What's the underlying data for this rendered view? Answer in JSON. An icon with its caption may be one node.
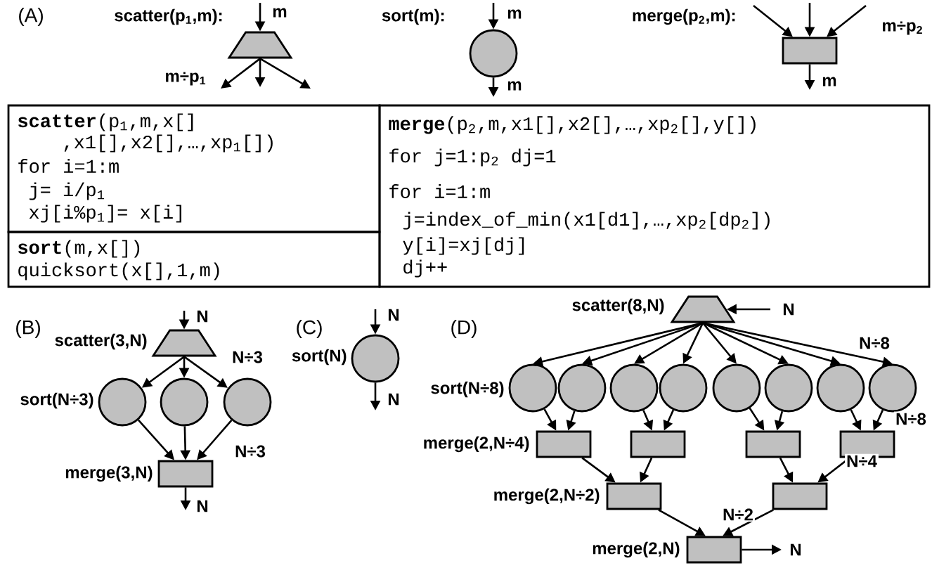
{
  "diagram": {
    "nodes": [
      {
        "text": [],
        "shape": "trapezoid",
        "beside": [
          "scatter(p$_{1}$,m):"
        ]
      },
      {
        "text": [],
        "shape": "circle",
        "beside": [
          "sort(m):"
        ]
      },
      {
        "text": [],
        "shape": "box",
        "beside": [
          "merge(p$_{2}$,m):"
        ]
      },
      {
        "text": [
          "**scatter**(p$_{1}$,m,x[]",
          ",x1[],x2[],…,xp$_{1}$[])",
          "for i=1:m",
          "j= i/p$_{1}$",
          "xj[i%p$_{1}$]= x[i]"
        ]
      },
      {
        "text": [
          "**sort**(m,x[])",
          "quicksort(x[],1,m)"
        ]
      },
      {
        "text": [
          "**merge**(p$_{2}$,m,x1[],x2[],…,xp$_{2}$[],y[])",
          "for j=1:p$_{2}$ dj=1",
          "for i=1:m",
          "j=index_of_min(x1[d1],…,xp$_{2}$[dp$_{2}$])",
          "y[i]=xj[dj]",
          "dj++"
        ]
      },
      {
        "text": [],
        "shape": "trapezoid",
        "beside": [
          "scatter(3,N)"
        ]
      },
      {
        "text": [],
        "shape": "circle",
        "beside": [
          "sort(N÷3)"
        ]
      },
      {
        "text": [],
        "shape": "circle"
      },
      {
        "text": [],
        "shape": "circle"
      },
      {
        "text": [],
        "shape": "box",
        "beside": [
          "merge(3,N)"
        ]
      },
      {
        "text": [],
        "shape": "circle",
        "beside": [
          "sort(N)"
        ]
      },
      {
        "text": [],
        "shape": "trapezoid",
        "beside": [
          "scatter(8,N)"
        ]
      },
      {
        "text": [],
        "shape": "circle",
        "beside": [
          "sort(N÷8)"
        ]
      },
      {
        "text": [],
        "shape": "circle"
      },
      {
        "text": [],
        "shape": "circle"
      },
      {
        "text": [],
        "shape": "circle"
      },
      {
        "text": [],
        "shape": "circle"
      },
      {
        "text": [],
        "shape": "circle"
      },
      {
        "text": [],
        "shape": "circle"
      },
      {
        "text": [],
        "shape": "circle"
      },
      {
        "text": [],
        "shape": "box",
        "beside": [
          "merge(2,N÷4)"
        ]
      },
      {
        "text": [],
        "shape": "box"
      },
      {
        "text": [],
        "shape": "box"
      },
      {
        "text": [],
        "shape": "box"
      },
      {
        "text": [],
        "shape": "box",
        "beside": [
          "merge(2,N÷2)"
        ]
      },
      {
        "text": [],
        "shape": "box"
      },
      {
        "text": [],
        "shape": "box",
        "beside": [
          "merge(2,N)"
        ]
      }
    ],
    "edges": [
      {
        "from": null,
        "to": 0,
        "arrow": "to",
        "label": "m"
      },
      {
        "from": 0,
        "to": null,
        "arrow": "to",
        "label": "m÷p$_{1}$"
      },
      {
        "from": 0,
        "to": null,
        "arrow": "to"
      },
      {
        "from": 0,
        "to": null,
        "arrow": "to"
      },
      {
        "from": null,
        "to": 1,
        "arrow": "to",
        "label": "m"
      },
      {
        "from": 1,
        "to": null,
        "arrow": "to",
        "label": "m"
      },
      {
        "from": null,
        "to": 2,
        "arrow": "to"
      },
      {
        "from": null,
        "to": 2,
        "arrow": "to"
      },
      {
        "from": null,
        "to": 2,
        "arrow": "to",
        "label": "m÷p$_{2}$"
      },
      {
        "from": 2,
        "to": null,
        "arrow": "to",
        "label": "m"
      },
      {
        "from": null,
        "to": 6,
        "arrow": "to",
        "label": "N"
      },
      {
        "from": 6,
        "to": 7,
        "arrow": "to"
      },
      {
        "from": 6,
        "to": 8,
        "arrow": "to"
      },
      {
        "from": 6,
        "to": 9,
        "arrow": "to",
        "label": "N÷3"
      },
      {
        "from": 7,
        "to": 10,
        "arrow": "to"
      },
      {
        "from": 8,
        "to": 10,
        "arrow": "to"
      },
      {
        "from": 9,
        "to": 10,
        "arrow": "to",
        "label": "N÷3"
      },
      {
        "from": 10,
        "to": null,
        "arrow": "to",
        "label": "N"
      },
      {
        "from": null,
        "to": 11,
        "arrow": "to",
        "label": "N"
      },
      {
        "from": 11,
        "to": null,
        "arrow": "to",
        "label": "N"
      },
      {
        "from": null,
        "to": 12,
        "arrow": "to",
        "label": "N"
      },
      {
        "from": 12,
        "to": 13,
        "arrow": "to"
      },
      {
        "from": 12,
        "to": 14,
        "arrow": "to"
      },
      {
        "from": 12,
        "to": 15,
        "arrow": "to"
      },
      {
        "from": 12,
        "to": 16,
        "arrow": "to"
      },
      {
        "from": 12,
        "to": 17,
        "arrow": "to"
      },
      {
        "from": 12,
        "to": 18,
        "arrow": "to"
      },
      {
        "from": 12,
        "to": 19,
        "arrow": "to"
      },
      {
        "from": 12,
        "to": 20,
        "arrow": "to",
        "label": "N÷8"
      },
      {
        "from": 13,
        "to": 21,
        "arrow": "to"
      },
      {
        "from": 14,
        "to": 21,
        "arrow": "to"
      },
      {
        "from": 15,
        "to": 22,
        "arrow": "to"
      },
      {
        "from": 16,
        "to": 22,
        "arrow": "to"
      },
      {
        "from": 17,
        "to": 23,
        "arrow": "to"
      },
      {
        "from": 18,
        "to": 23,
        "arrow": "to"
      },
      {
        "from": 19,
        "to": 24,
        "arrow": "to"
      },
      {
        "from": 20,
        "to": 24,
        "arrow": "to",
        "label": "N÷8"
      },
      {
        "from": 21,
        "to": 25,
        "arrow": "to"
      },
      {
        "from": 22,
        "to": 25,
        "arrow": "to"
      },
      {
        "from": 23,
        "to": 26,
        "arrow": "to"
      },
      {
        "from": 24,
        "to": 26,
        "arrow": "to",
        "label": "N÷4"
      },
      {
        "from": 25,
        "to": 27,
        "arrow": "to"
      },
      {
        "from": 26,
        "to": 27,
        "arrow": "to",
        "label": "N÷2"
      },
      {
        "from": 27,
        "to": null,
        "arrow": "to",
        "label": "N"
      }
    ],
    "labels": [
      "(A)",
      "(B)",
      "(C)",
      "(D)"
    ]
  }
}
